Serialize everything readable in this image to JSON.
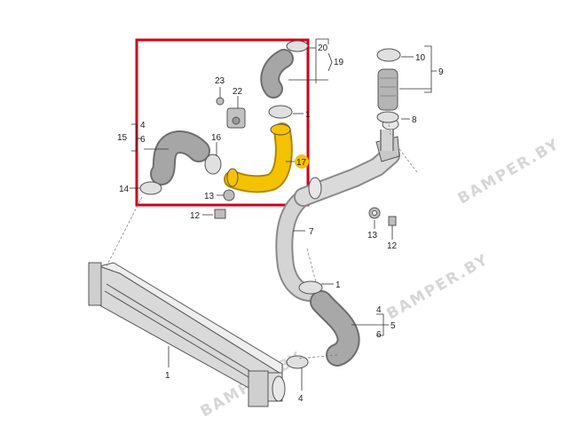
{
  "diagram": {
    "highlight_color": "#d0021b",
    "selected_part_color": "#f5c200",
    "labels": {
      "p1": "1",
      "p1b": "1",
      "p4a": "4",
      "p4b": "4",
      "p4c": "4",
      "p5": "5",
      "p6a": "6",
      "p6b": "6",
      "p7": "7",
      "p8": "8",
      "p9": "9",
      "p10": "10",
      "p12a": "12",
      "p12b": "12",
      "p13a": "13",
      "p13b": "13",
      "p14": "14",
      "p15": "15",
      "p16": "16",
      "p17": "17",
      "p19": "19",
      "p20": "20",
      "p22": "22",
      "p23": "23"
    }
  },
  "watermark": {
    "text1": "BAMPER.BY",
    "text2": "BAMPER.BY",
    "text3": "BAMPER.BY"
  }
}
